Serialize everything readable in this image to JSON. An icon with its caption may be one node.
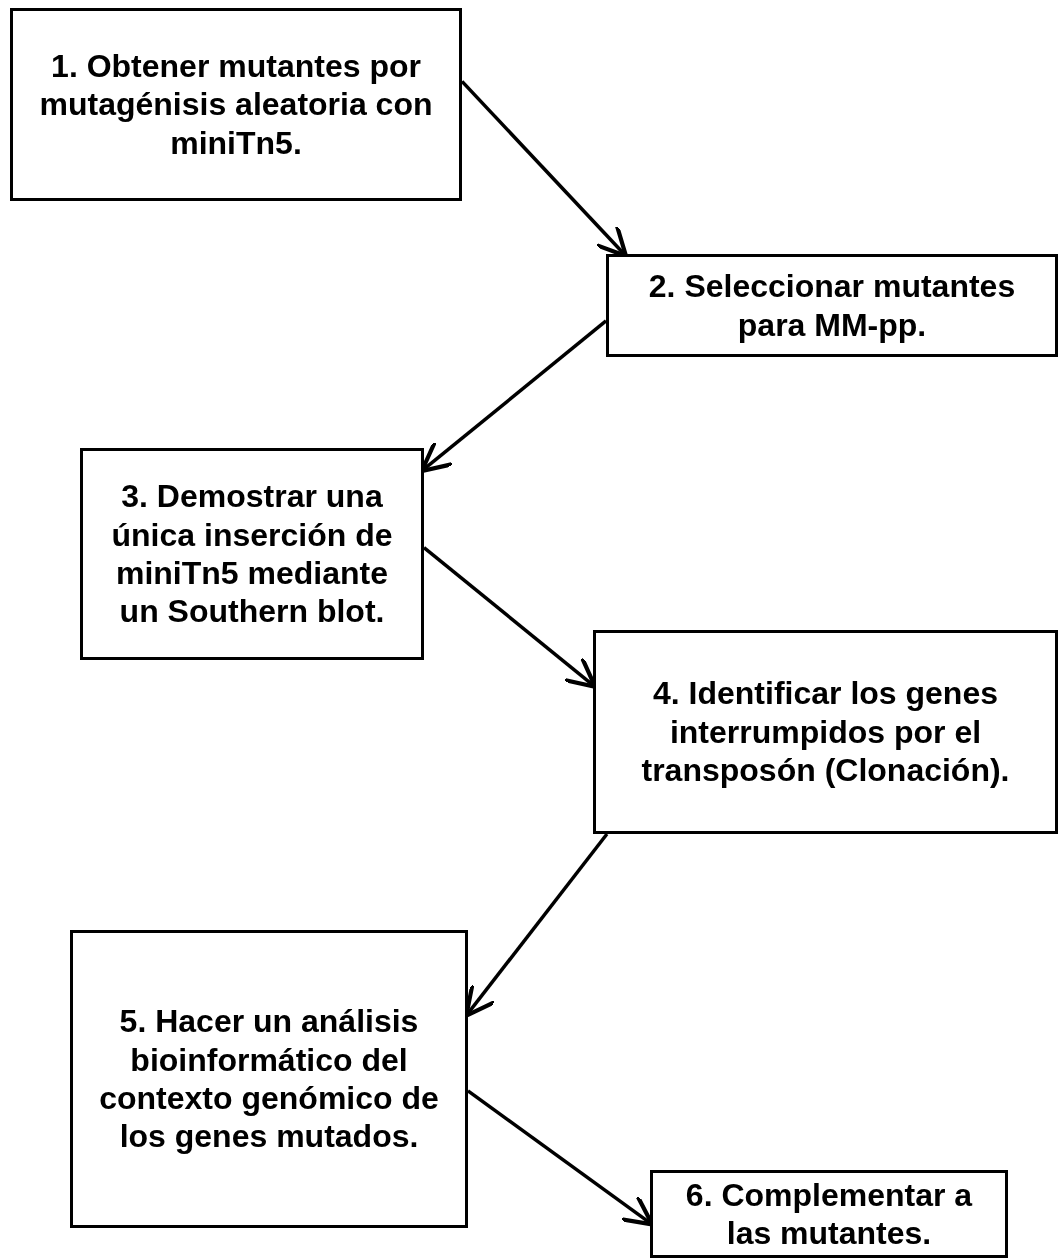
{
  "diagram": {
    "nodes": [
      {
        "text": [
          "1. Obtener mutantes por mutagénisis aleatoria con miniTn5."
        ]
      },
      {
        "text": [
          "2. Seleccionar mutantes para MM-pp."
        ]
      },
      {
        "text": [
          "3. Demostrar una única inserción de miniTn5 mediante un Southern blot."
        ]
      },
      {
        "text": [
          "4. Identificar los genes interrumpidos por el transposón (Clonación)."
        ]
      },
      {
        "text": [
          "5. Hacer un análisis bioinformático del contexto genómico de los genes mutados."
        ]
      },
      {
        "text": [
          "6. Complementar a las mutantes."
        ]
      }
    ],
    "edges": [
      {
        "from": 0,
        "to": 1,
        "arrow": "to"
      },
      {
        "from": 1,
        "to": 2,
        "arrow": "to"
      },
      {
        "from": 2,
        "to": 3,
        "arrow": "to"
      },
      {
        "from": 3,
        "to": 4,
        "arrow": "to"
      },
      {
        "from": 4,
        "to": 5,
        "arrow": "to"
      }
    ]
  }
}
